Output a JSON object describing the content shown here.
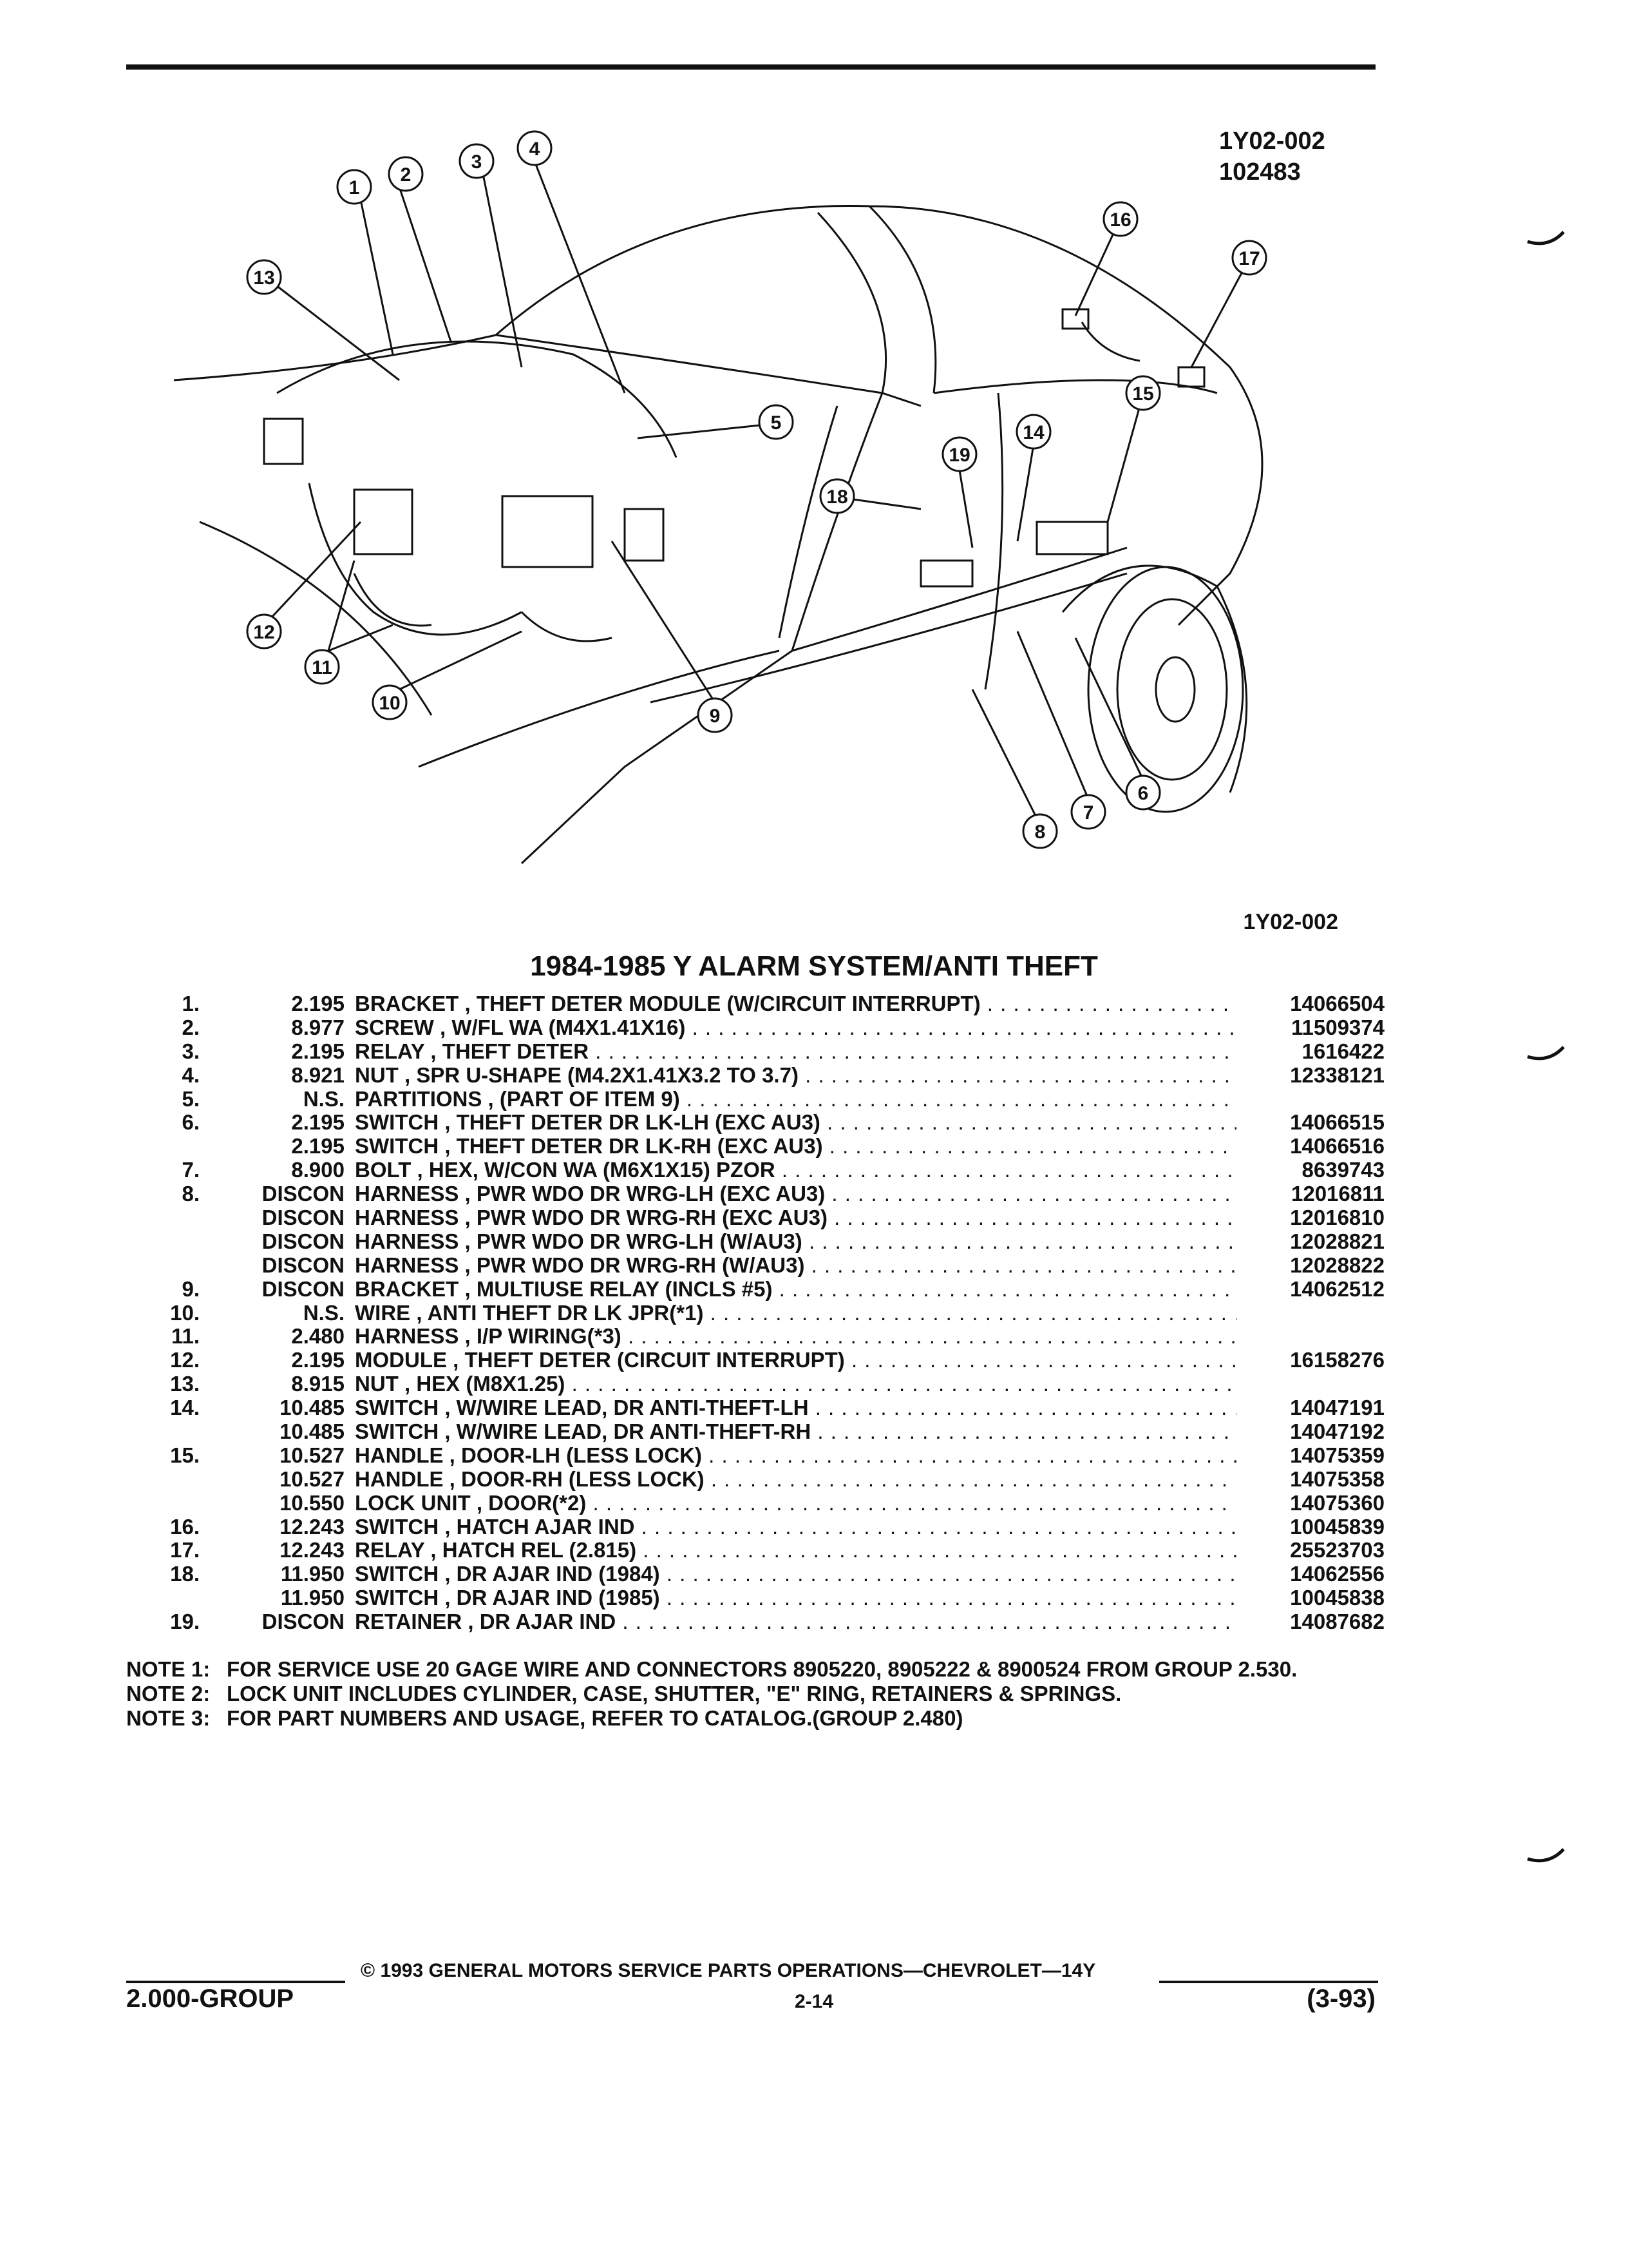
{
  "figure": {
    "code": "1Y02-002",
    "number": "102483",
    "reference": "1Y02-002"
  },
  "callouts": [
    "1",
    "2",
    "3",
    "4",
    "5",
    "6",
    "7",
    "8",
    "9",
    "10",
    "11",
    "12",
    "13",
    "14",
    "15",
    "16",
    "17",
    "18",
    "19"
  ],
  "section_title": "1984-1985 Y ALARM SYSTEM/ANTI THEFT",
  "parts": [
    {
      "item": "1.",
      "group": "2.195",
      "desc": "BRACKET , THEFT DETER MODULE (W/CIRCUIT INTERRUPT)",
      "part": "14066504"
    },
    {
      "item": "2.",
      "group": "8.977",
      "desc": "SCREW , W/FL WA (M4X1.41X16)",
      "part": "11509374"
    },
    {
      "item": "3.",
      "group": "2.195",
      "desc": "RELAY , THEFT DETER",
      "part": "1616422"
    },
    {
      "item": "4.",
      "group": "8.921",
      "desc": "NUT , SPR U-SHAPE (M4.2X1.41X3.2 TO 3.7)",
      "part": "12338121"
    },
    {
      "item": "5.",
      "group": "N.S.",
      "desc": "PARTITIONS , (PART OF ITEM 9)",
      "part": ""
    },
    {
      "item": "6.",
      "group": "2.195",
      "desc": "SWITCH , THEFT DETER DR LK-LH (EXC AU3)",
      "part": "14066515"
    },
    {
      "item": "",
      "group": "2.195",
      "desc": "SWITCH , THEFT DETER DR LK-RH (EXC AU3)",
      "part": "14066516"
    },
    {
      "item": "7.",
      "group": "8.900",
      "desc": "BOLT , HEX, W/CON WA (M6X1X15) PZOR",
      "part": "8639743"
    },
    {
      "item": "8.",
      "group": "DISCON",
      "desc": "HARNESS , PWR WDO DR WRG-LH (EXC AU3)",
      "part": "12016811"
    },
    {
      "item": "",
      "group": "DISCON",
      "desc": "HARNESS , PWR WDO DR WRG-RH (EXC AU3)",
      "part": "12016810"
    },
    {
      "item": "",
      "group": "DISCON",
      "desc": "HARNESS , PWR WDO DR WRG-LH (W/AU3)",
      "part": "12028821"
    },
    {
      "item": "",
      "group": "DISCON",
      "desc": "HARNESS , PWR WDO DR WRG-RH (W/AU3)",
      "part": "12028822"
    },
    {
      "item": "9.",
      "group": "DISCON",
      "desc": "BRACKET , MULTIUSE RELAY (INCLS #5)",
      "part": "14062512"
    },
    {
      "item": "10.",
      "group": "N.S.",
      "desc": "WIRE , ANTI THEFT DR LK JPR(*1)",
      "part": ""
    },
    {
      "item": "11.",
      "group": "2.480",
      "desc": "HARNESS , I/P WIRING(*3)",
      "part": ""
    },
    {
      "item": "12.",
      "group": "2.195",
      "desc": "MODULE , THEFT DETER (CIRCUIT INTERRUPT)",
      "part": "16158276"
    },
    {
      "item": "13.",
      "group": "8.915",
      "desc": "NUT , HEX (M8X1.25)",
      "part": ""
    },
    {
      "item": "14.",
      "group": "10.485",
      "desc": "SWITCH , W/WIRE LEAD, DR ANTI-THEFT-LH",
      "part": "14047191"
    },
    {
      "item": "",
      "group": "10.485",
      "desc": "SWITCH , W/WIRE LEAD, DR ANTI-THEFT-RH",
      "part": "14047192"
    },
    {
      "item": "15.",
      "group": "10.527",
      "desc": "HANDLE , DOOR-LH (LESS LOCK)",
      "part": "14075359"
    },
    {
      "item": "",
      "group": "10.527",
      "desc": "HANDLE , DOOR-RH (LESS LOCK)",
      "part": "14075358"
    },
    {
      "item": "",
      "group": "10.550",
      "desc": "LOCK UNIT , DOOR(*2)",
      "part": "14075360"
    },
    {
      "item": "16.",
      "group": "12.243",
      "desc": "SWITCH , HATCH AJAR IND",
      "part": "10045839"
    },
    {
      "item": "17.",
      "group": "12.243",
      "desc": "RELAY , HATCH REL (2.815)",
      "part": "25523703"
    },
    {
      "item": "18.",
      "group": "11.950",
      "desc": "SWITCH , DR AJAR IND (1984)",
      "part": "14062556"
    },
    {
      "item": "",
      "group": "11.950",
      "desc": "SWITCH , DR AJAR IND (1985)",
      "part": "10045838"
    },
    {
      "item": "19.",
      "group": "DISCON",
      "desc": "RETAINER , DR AJAR IND",
      "part": "14087682"
    }
  ],
  "notes": [
    {
      "label": "NOTE 1:",
      "text": "FOR SERVICE USE 20 GAGE WIRE AND CONNECTORS 8905220, 8905222 & 8900524 FROM GROUP 2.530."
    },
    {
      "label": "NOTE 2:",
      "text": "LOCK UNIT INCLUDES CYLINDER, CASE, SHUTTER, \"E\" RING, RETAINERS & SPRINGS."
    },
    {
      "label": "NOTE 3:",
      "text": "FOR PART NUMBERS AND USAGE, REFER TO CATALOG.(GROUP 2.480)"
    }
  ],
  "footer": {
    "copyright": "© 1993 GENERAL MOTORS SERVICE PARTS OPERATIONS—CHEVROLET—14Y",
    "group": "2.000-GROUP",
    "page": "2-14",
    "date": "(3-93)"
  }
}
